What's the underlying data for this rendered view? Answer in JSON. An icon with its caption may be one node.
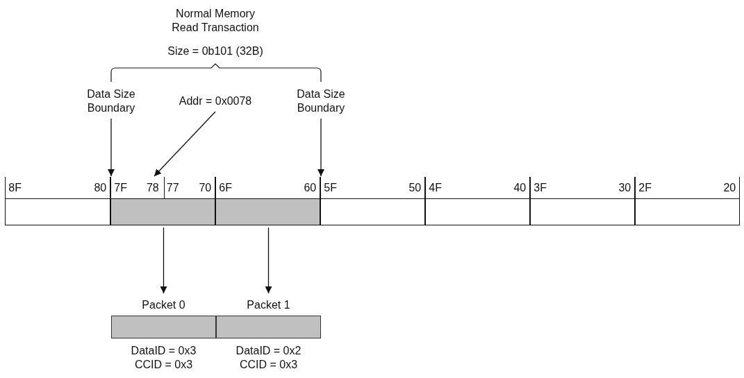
{
  "diagram": {
    "nodes": [
      {
        "text": [
          "Data Size Boundary"
        ]
      },
      {
        "text": [
          "Addr = 0x0078"
        ]
      },
      {
        "text": [
          "Data Size Boundary"
        ]
      },
      {
        "text": [
          "8F",
          "80"
        ]
      },
      {
        "text": [
          "7F",
          "78",
          "77",
          "70"
        ]
      },
      {
        "text": [
          "6F",
          "60"
        ]
      },
      {
        "text": [
          "5F",
          "50"
        ]
      },
      {
        "text": [
          "4F",
          "40"
        ]
      },
      {
        "text": [
          "3F",
          "30"
        ]
      },
      {
        "text": [
          "2F",
          "20"
        ]
      },
      {
        "text": [
          "Packet 0"
        ],
        "beside": [
          "DataID = 0x3",
          "CCID = 0x3"
        ]
      },
      {
        "text": [
          "Packet 1"
        ],
        "beside": [
          "DataID = 0x2",
          "CCID = 0x3"
        ]
      }
    ],
    "edges": [
      {
        "from": 0,
        "to": 4,
        "arrow": "to"
      },
      {
        "from": 1,
        "to": 4,
        "arrow": "to"
      },
      {
        "from": 2,
        "to": 5,
        "arrow": "to"
      },
      {
        "from": 4,
        "to": 10,
        "arrow": "to"
      },
      {
        "from": 5,
        "to": 11,
        "arrow": "to"
      }
    ],
    "labels": [
      "Normal Memory Read Transaction",
      "Size = 0b101 (32B)"
    ]
  }
}
